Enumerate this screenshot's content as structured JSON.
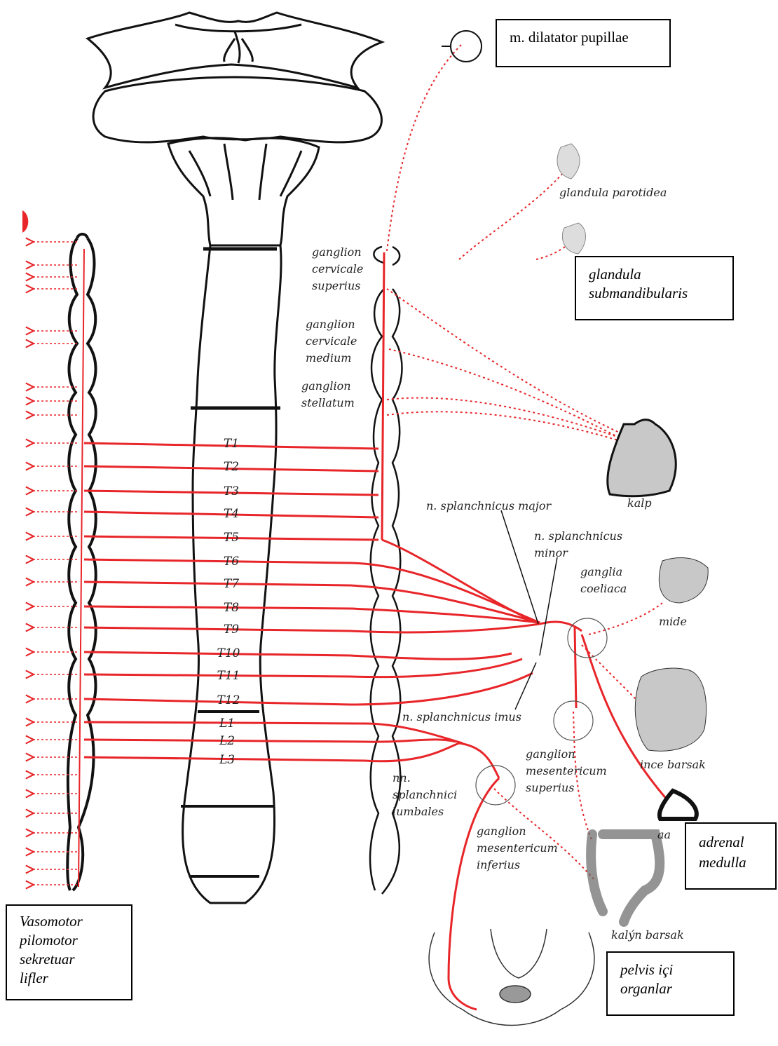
{
  "boxes": {
    "dilatator": "m. dilatator pupillae",
    "submandibularis_1": "glandula",
    "submandibularis_2": "submandibularis",
    "adrenal_1": "adrenal",
    "adrenal_2": "medulla",
    "pelvis_1": "pelvis içi",
    "pelvis_2": "organlar",
    "vasomotor_1": "Vasomotor",
    "vasomotor_2": "pilomotor",
    "vasomotor_3": "sekretuar",
    "vasomotor_4": "lifler"
  },
  "labels": {
    "parotidea": "glandula parotidea",
    "gcs_1": "ganglion",
    "gcs_2": "cervicale",
    "gcs_3": "superius",
    "gcm_1": "ganglion",
    "gcm_2": "cervicale",
    "gcm_3": "medium",
    "gst_1": "ganglion",
    "gst_2": "stellatum",
    "kalp": "kalp",
    "splanch_major": "n. splanchnicus major",
    "splanch_minor_1": "n. splanchnicus",
    "splanch_minor_2": "minor",
    "coeliaca_1": "ganglia",
    "coeliaca_2": "coeliaca",
    "mide": "mide",
    "splanch_imus": "n. splanchnicus imus",
    "ince_barsak": "ince barsak",
    "gms_1": "ganglion",
    "gms_2": "mesentericum",
    "gms_3": "superius",
    "lumbales_1": "nn.",
    "lumbales_2": "splanchnici",
    "lumbales_3": "lumbales",
    "gmi_1": "ganglion",
    "gmi_2": "mesentericum",
    "gmi_3": "inferius",
    "aa": "aa",
    "kalin_barsak": "kalýn barsak"
  },
  "segments": [
    "T1",
    "T2",
    "T3",
    "T4",
    "T5",
    "T6",
    "T7",
    "T8",
    "T9",
    "T10",
    "T11",
    "T12",
    "L1",
    "L2",
    "L3"
  ],
  "colors": {
    "nerve": "#e8262a",
    "dotted": "#e8262a",
    "outline": "#111111",
    "organ_fill": "#c8c8c8"
  }
}
